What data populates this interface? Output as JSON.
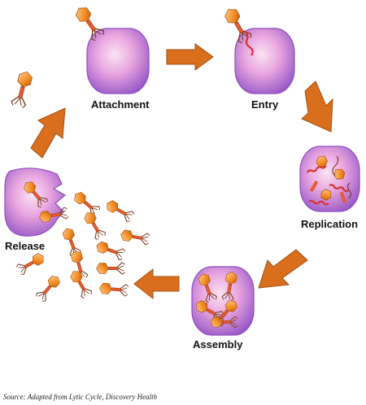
{
  "stages": {
    "attachment": "Attachment",
    "entry": "Entry",
    "replication": "Replication",
    "assembly": "Assembly",
    "release": "Release"
  },
  "source": "Source: Adapted from Lytic Cycle, Discovery Health",
  "colors": {
    "arrow": "#d96e1d",
    "cell_light": "#f7c9e6",
    "cell_mid": "#d790da",
    "cell_dark": "#9a5ac7",
    "phage_head": "#f28a1e",
    "phage_tail": "#7a3f1f",
    "dna": "#d8322f"
  }
}
